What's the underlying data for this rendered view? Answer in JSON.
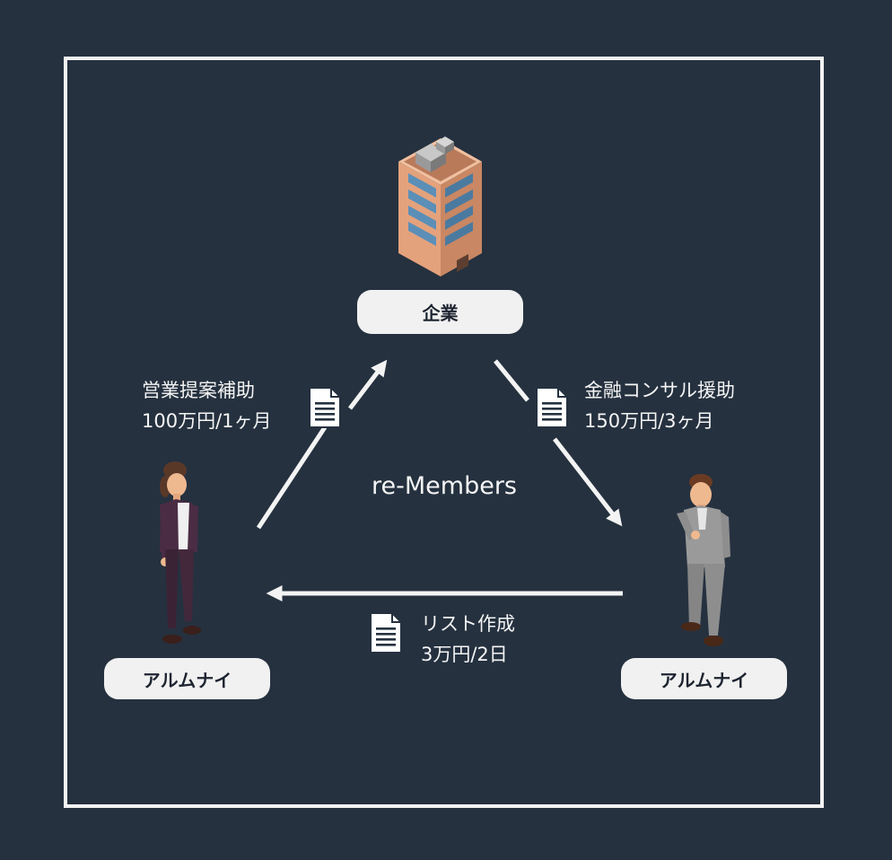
{
  "center": {
    "title": "re-Members"
  },
  "company": {
    "label": "企業"
  },
  "alumni_left": {
    "label": "アルムナイ"
  },
  "alumni_right": {
    "label": "アルムナイ"
  },
  "deals": [
    {
      "title": "営業提案補助",
      "price": "100万円/1ヶ月"
    },
    {
      "title": "金融コンサル援助",
      "price": "150万円/3ヶ月"
    },
    {
      "title": "リスト作成",
      "price": "3万円/2日"
    }
  ],
  "colors": {
    "background": "#25313f",
    "foreground": "#f3f3f3",
    "pill": "#f1f1f1",
    "building": "#e0a07b",
    "window": "#5b8fb8"
  },
  "icons": [
    "building-icon",
    "document-icon",
    "person-icon",
    "arrow-icon"
  ]
}
